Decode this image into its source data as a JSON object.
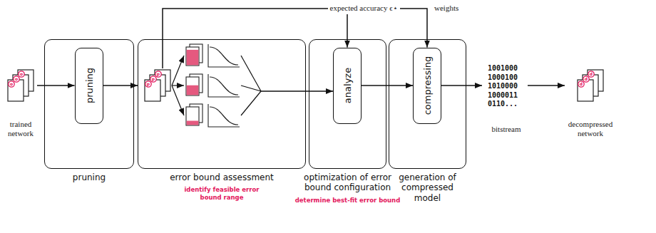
{
  "diagram": {
    "nodes": [
      {
        "text": [
          "trained network"
        ]
      },
      {
        "text": [
          "pruning"
        ]
      },
      {
        "text": [
          "pruning"
        ],
        "in": 1
      },
      {
        "text": [
          "error bound assessment",
          "identify feasible error bound range"
        ]
      },
      {
        "text": [
          "optimization of error bound configuration",
          "determine best-fit error bound"
        ]
      },
      {
        "text": [
          "analyze"
        ],
        "in": 4
      },
      {
        "text": [
          "generation of compressed model"
        ]
      },
      {
        "text": [
          "compressing"
        ],
        "in": 6
      },
      {
        "text": [
          "1001000 1000100 1010000 1000011 0110...",
          "bitstream"
        ]
      },
      {
        "text": [
          "decompressed network"
        ]
      }
    ],
    "edges": [
      {
        "from": 0,
        "to": 2,
        "arrow": "to"
      },
      {
        "from": 2,
        "to": 3,
        "arrow": "to"
      },
      {
        "from": 3,
        "to": 5,
        "arrow": "to"
      },
      {
        "from": 5,
        "to": 7,
        "arrow": "to"
      },
      {
        "from": 7,
        "to": 8,
        "arrow": "to"
      },
      {
        "from": 8,
        "to": 9,
        "arrow": "to"
      },
      {
        "from": 3,
        "to": 7,
        "label": "weights",
        "arrow": "to"
      }
    ],
    "labels": [
      "expected accuracy ϵ⋆",
      "o",
      "o",
      "o",
      "p",
      "p",
      "p",
      "d",
      "d",
      "d"
    ]
  }
}
